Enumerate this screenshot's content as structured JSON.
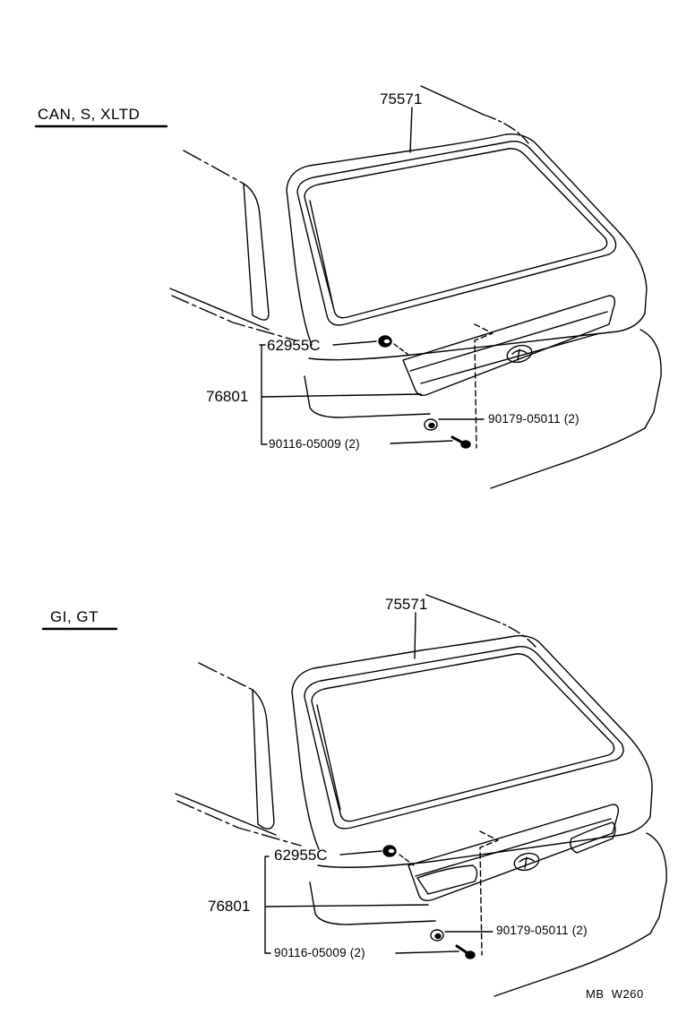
{
  "variants": [
    {
      "title": "CAN, S, XLTD",
      "parts": {
        "moulding": "75571",
        "clip_upper": "62955C",
        "garnish": "76801",
        "nut": "90179-05011 (2)",
        "bolt": "90116-05009 (2)"
      }
    },
    {
      "title": "GI, GT",
      "parts": {
        "moulding": "75571",
        "clip_upper": "62955C",
        "garnish": "76801",
        "nut": "90179-05011 (2)",
        "bolt": "90116-05009 (2)"
      }
    }
  ],
  "footer_code": "MB  W260"
}
